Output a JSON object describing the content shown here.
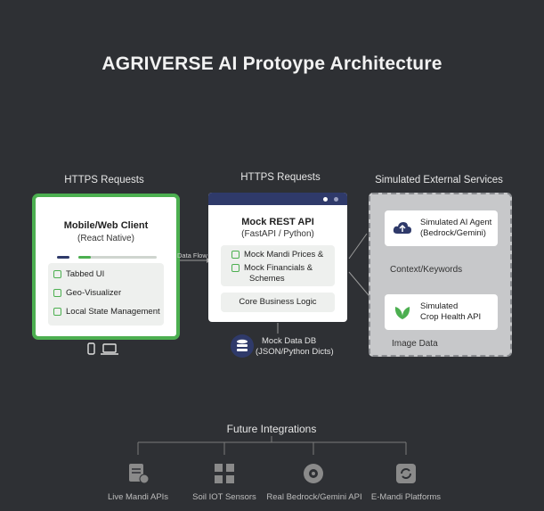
{
  "title": "AGRIVERSE AI Protoype Architecture",
  "client_section": {
    "header": "HTTPS Requests",
    "card_title": "Mobile/Web Client",
    "card_subtitle": "(React Native)",
    "features": [
      "Tabbed UI",
      "Geo-Visualizer",
      "Local State Management"
    ],
    "device_icons": [
      "phone-icon",
      "laptop-icon"
    ]
  },
  "data_flow_label": "Data Flow",
  "api_section": {
    "header": "HTTPS Requests",
    "card_title": "Mock REST API",
    "card_subtitle": "(FastAPI / Python)",
    "modules": [
      "Mock Mandi Prices &",
      "Mock Financials &"
    ],
    "modules_continuation": "Schemes",
    "core": "Core Business Logic"
  },
  "database": {
    "line1": "Mock Data DB",
    "line2": "(JSON/Python Dicts)"
  },
  "services_section": {
    "header": "Simulated External Services",
    "agent_line1": "Simulated AI Agent",
    "agent_line2": "(Bedrock/Gemini)",
    "context_label": "Context/Keywords",
    "crop_line1": "Simulated",
    "crop_line2": "Crop Health API",
    "image_label": "Image Data"
  },
  "future": {
    "header": "Future Integrations",
    "items": [
      "Live Mandi APIs",
      "Soil IOT Sensors",
      "Real Bedrock/Gemini API",
      "E-Mandi Platforms"
    ]
  },
  "colors": {
    "background": "#2e3034",
    "client_border": "#4caf50",
    "api_header": "#2f3a6a",
    "services_bg": "#c7c8ca",
    "db_icon": "#2f3a6a"
  }
}
